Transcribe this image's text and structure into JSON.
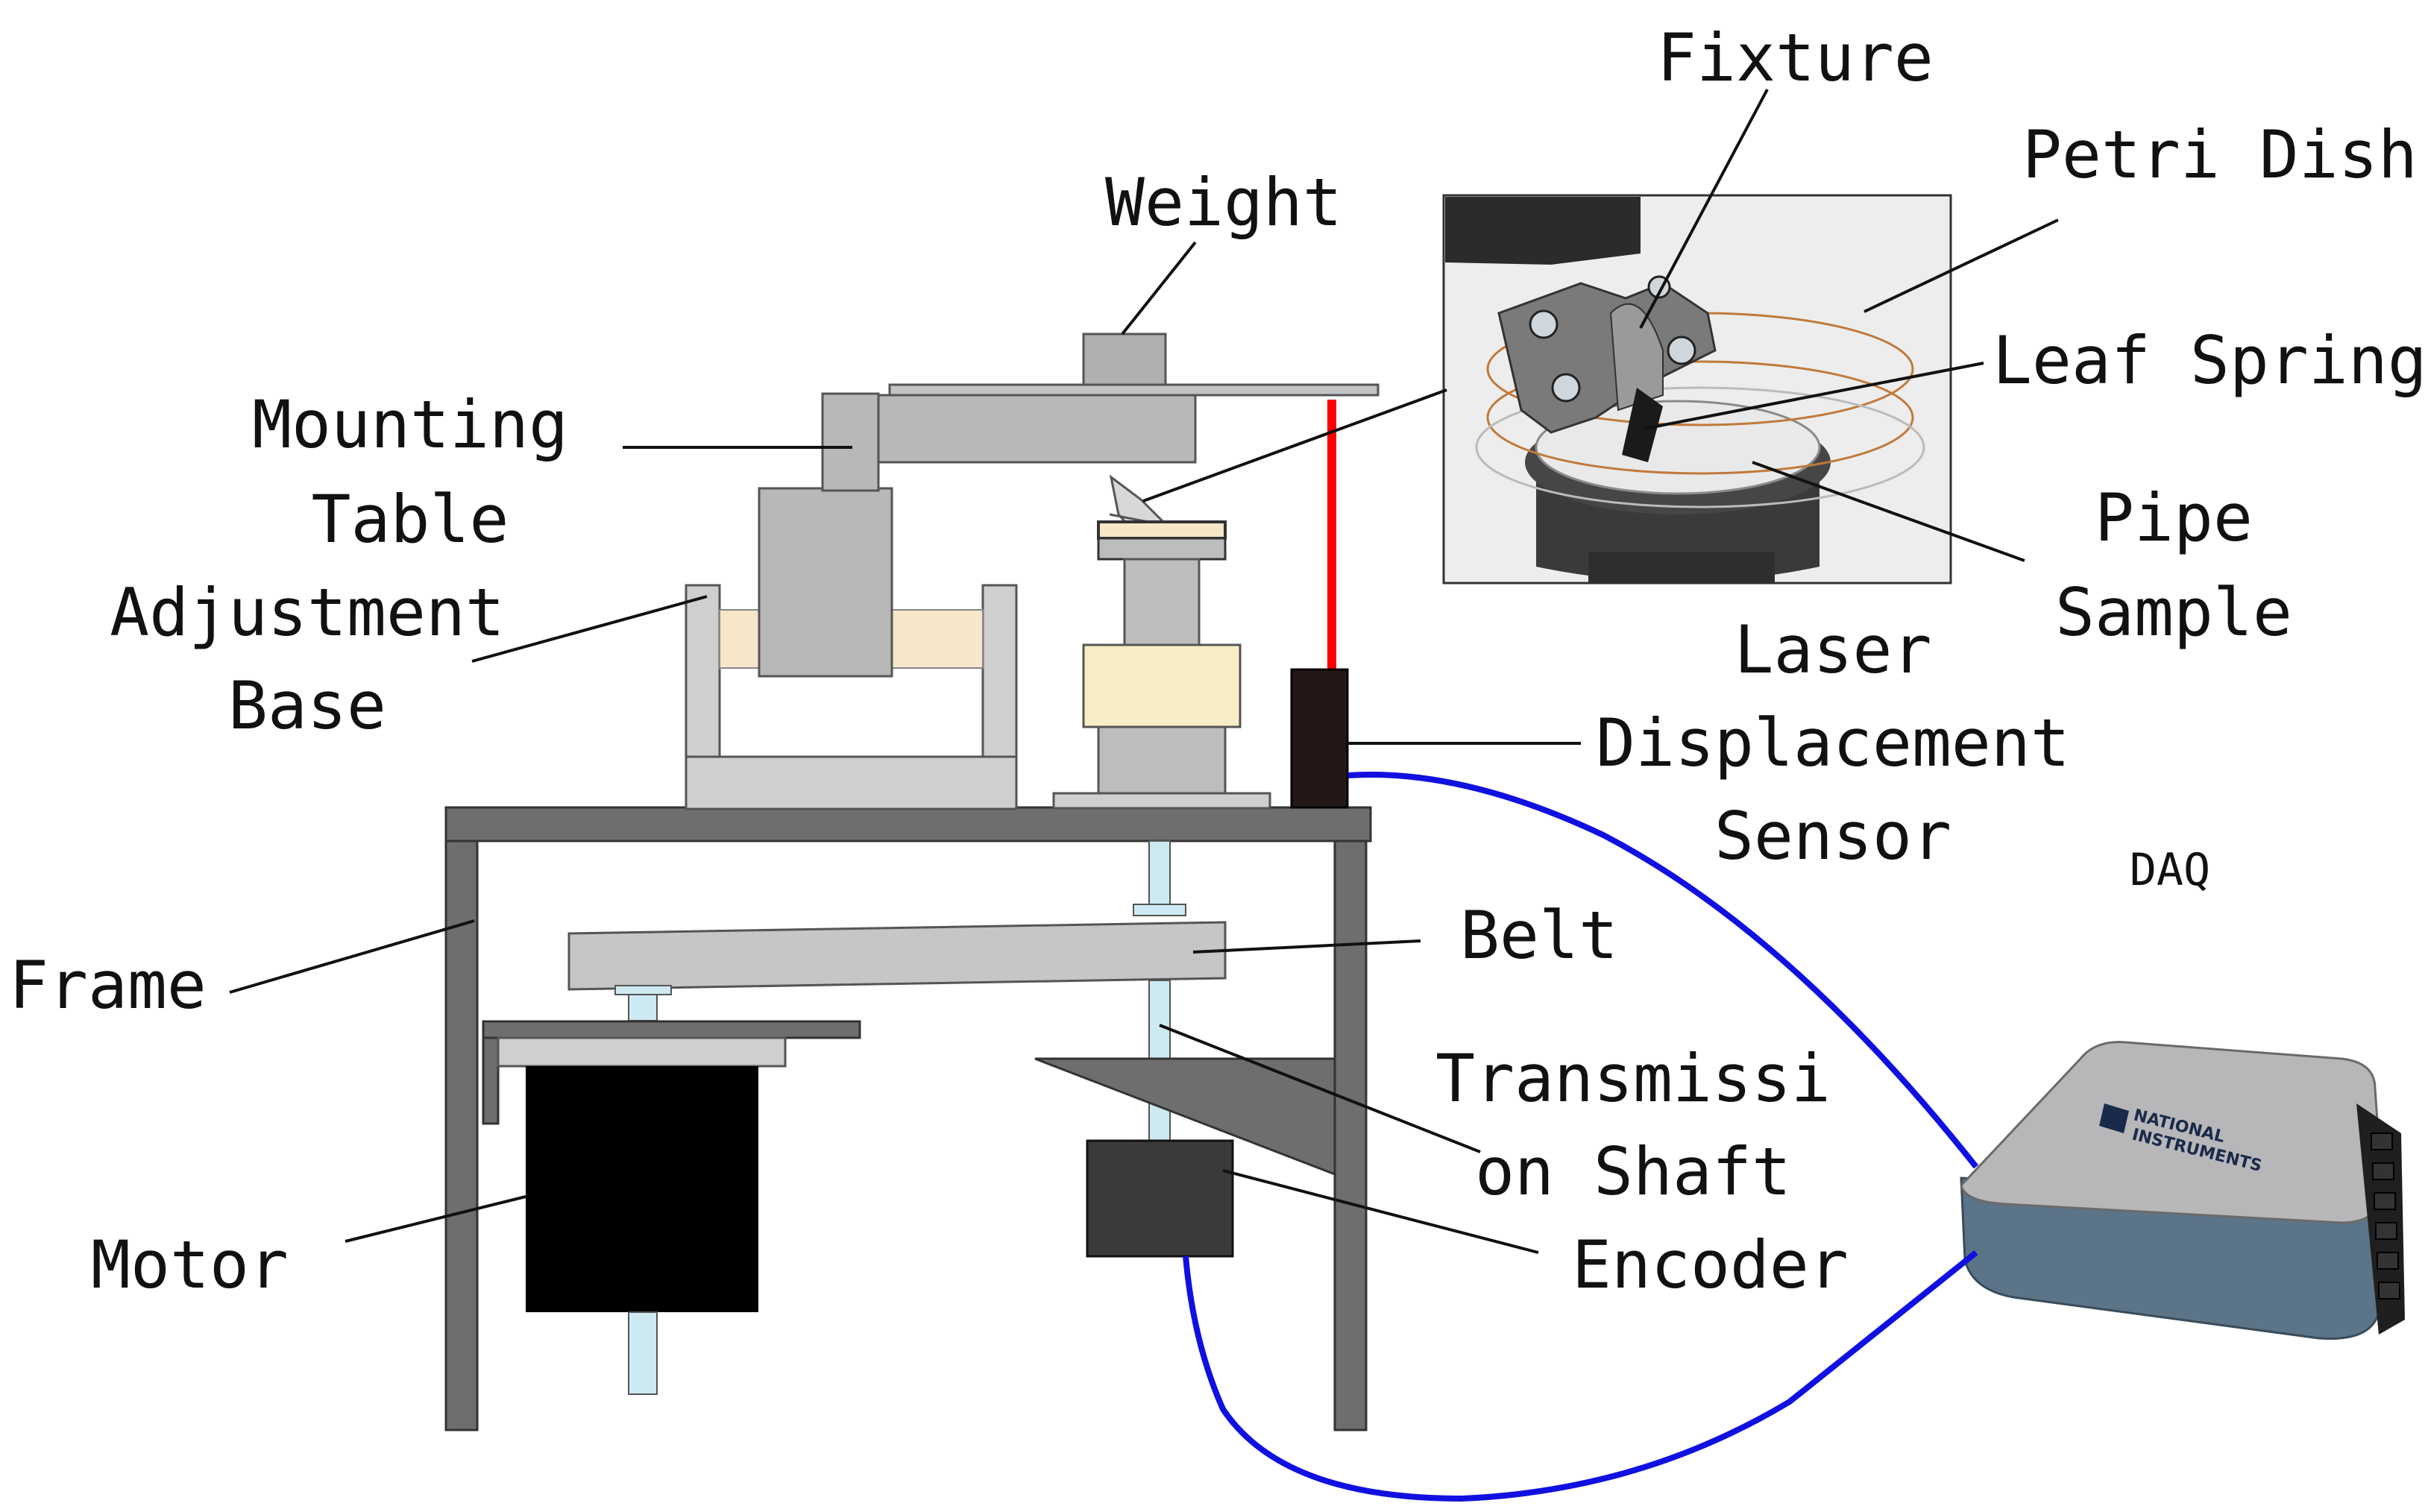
{
  "labels": {
    "fixture": "Fixture",
    "petri_dish": "Petri Dish",
    "weight": "Weight",
    "leaf_spring": "Leaf Spring",
    "mounting_table_1": "Mounting",
    "mounting_table_2": "Table",
    "pipe_sample_1": "Pipe",
    "pipe_sample_2": "Sample",
    "adjustment_base_1": "Adjustment",
    "adjustment_base_2": "Base",
    "laser_sensor_1": "Laser",
    "laser_sensor_2": "Displacement",
    "laser_sensor_3": "Sensor",
    "daq": "DAQ",
    "frame": "Frame",
    "belt": "Belt",
    "transmission_1": "Transmissi",
    "transmission_2": "on Shaft",
    "motor": "Motor",
    "encoder": "Encoder"
  },
  "device": {
    "brand_1": "NATIONAL",
    "brand_2": "INSTRUMENTS"
  },
  "colors": {
    "laser_beam": "#ff0000",
    "signal_cable": "#1010e0",
    "frame": "#6e6e6e",
    "motor": "#000000"
  }
}
